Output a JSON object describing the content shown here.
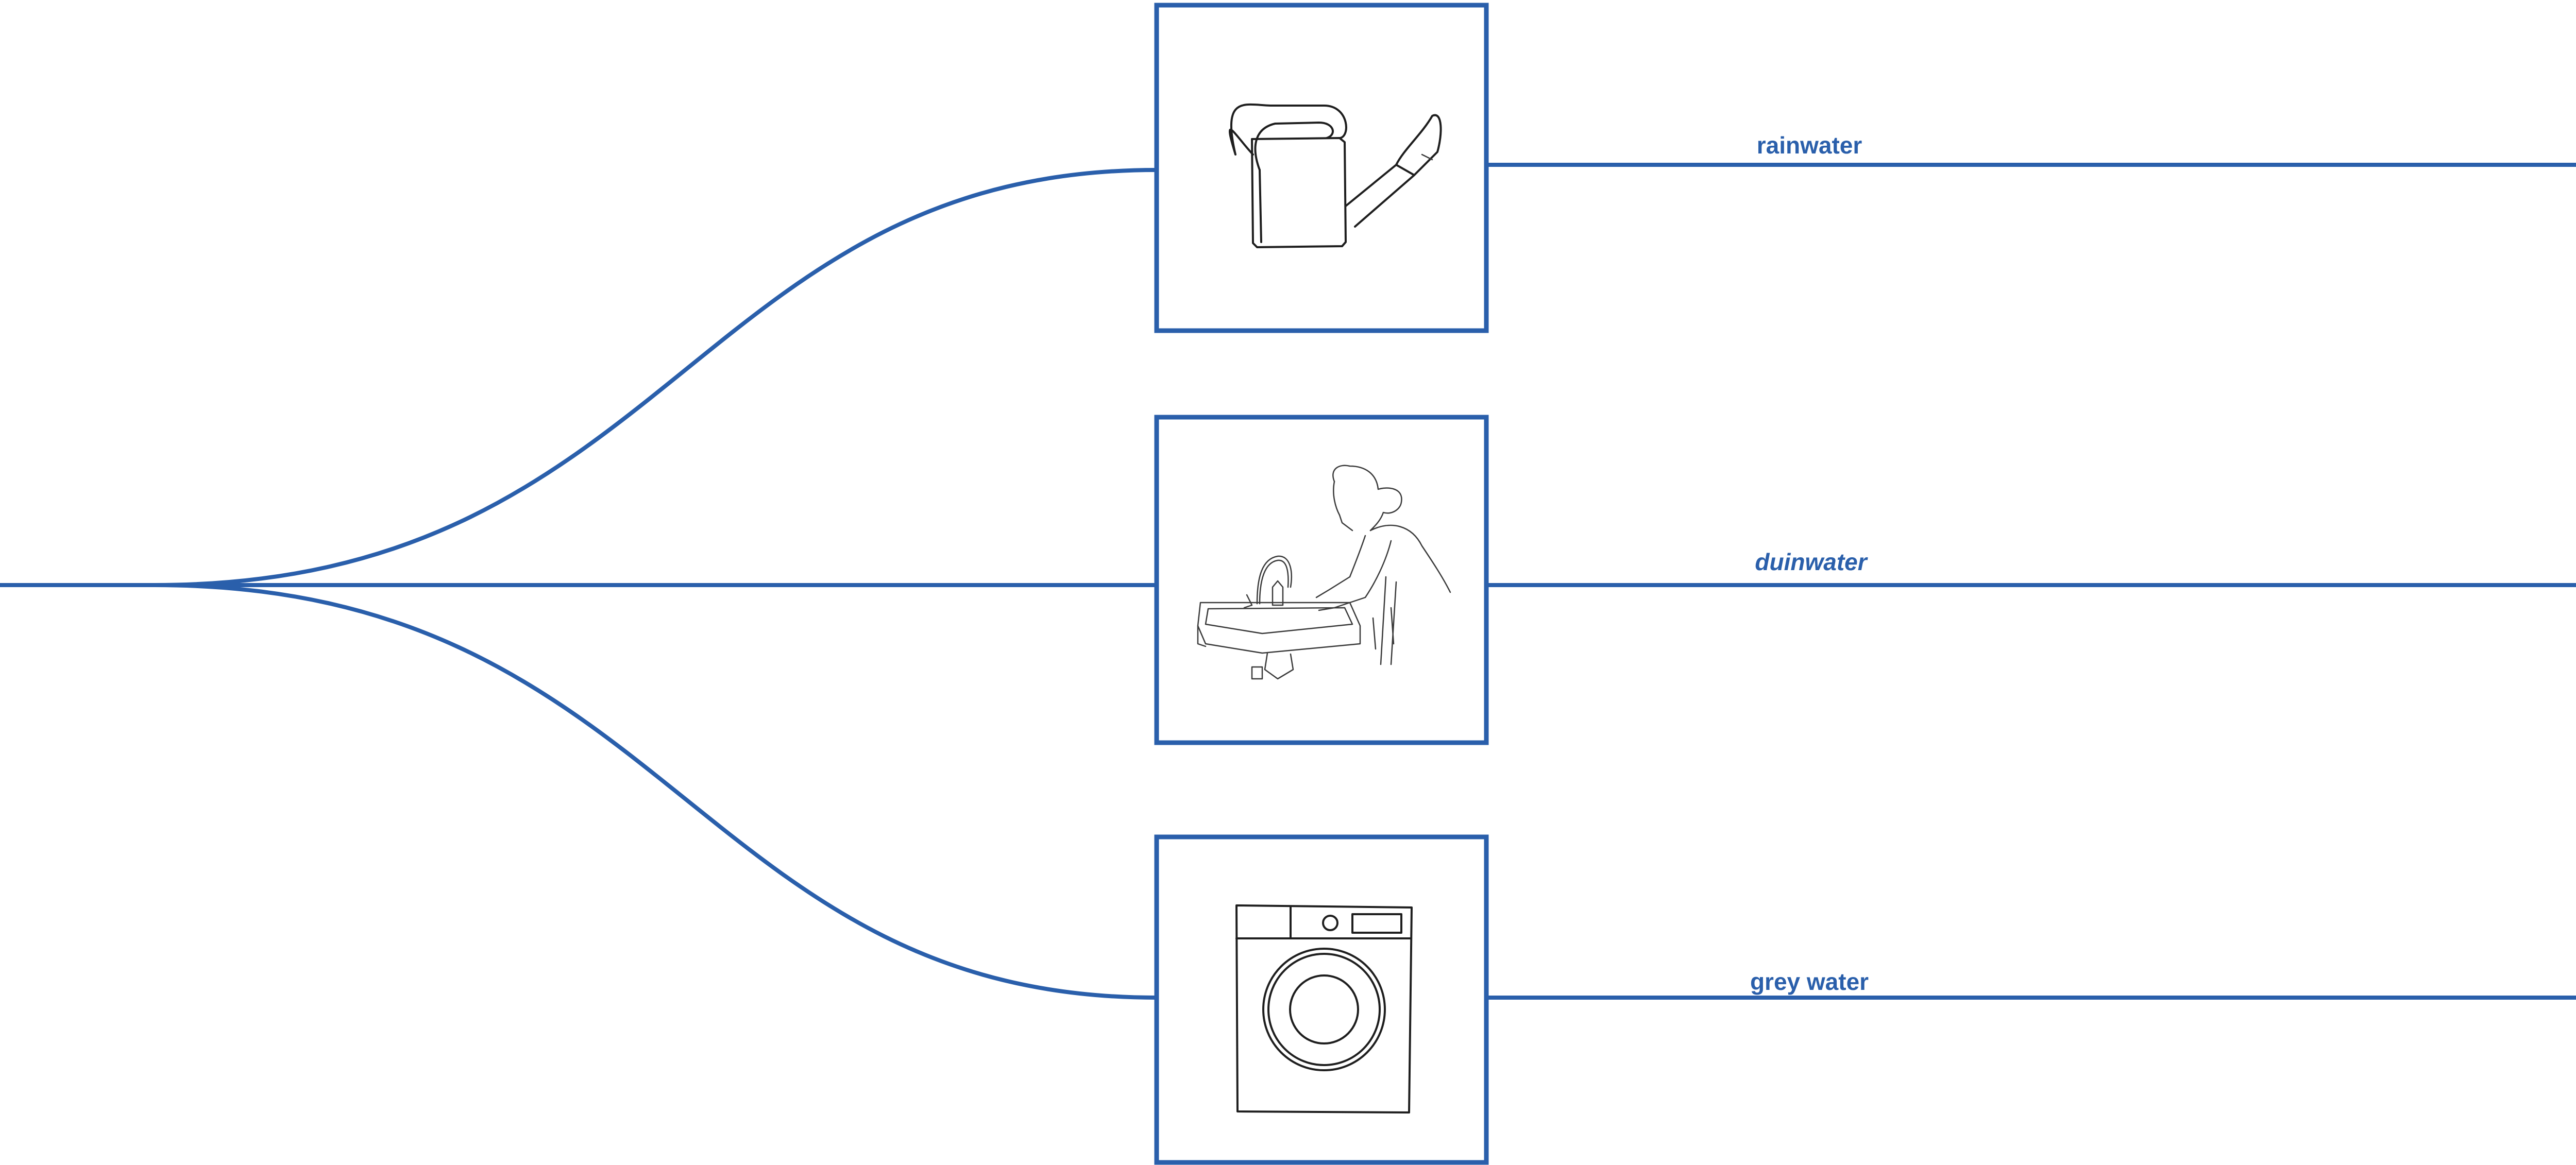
{
  "colors": {
    "line": "#2a5fab",
    "label": "#2a5fab",
    "ink": "#1e1e1e",
    "background": "#ffffff"
  },
  "branches": [
    {
      "label": "rainwater",
      "icon": "watering-can-icon",
      "italic": false
    },
    {
      "label": "duinwater",
      "icon": "person-washing-at-sink-icon",
      "italic": true
    },
    {
      "label": "grey water",
      "icon": "washing-machine-icon",
      "italic": false
    }
  ]
}
